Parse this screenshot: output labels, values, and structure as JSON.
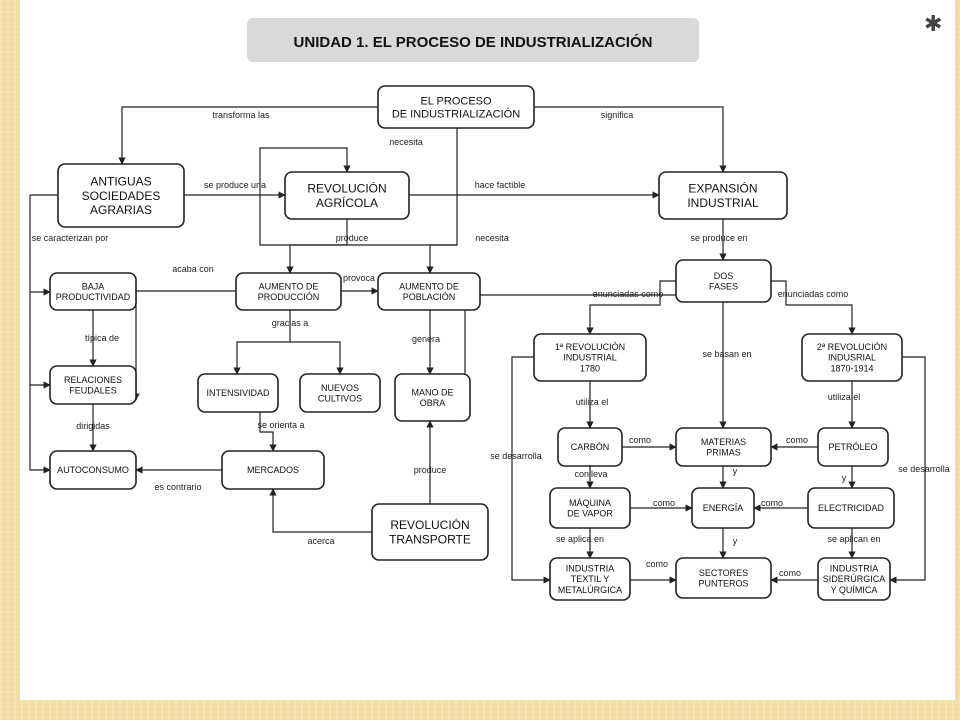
{
  "decoration": {
    "star_glyph": "✱"
  },
  "title": "UNIDAD 1. EL PROCESO DE INDUSTRIALIZACIÓN",
  "nodes": {
    "proceso": [
      "EL PROCESO",
      "DE INDUSTRIALIZACIÓN"
    ],
    "antiguas": [
      "ANTIGUAS",
      "SOCIEDADES",
      "AGRARIAS"
    ],
    "rev_agricola": [
      "REVOLUCIÓN",
      "AGRÍCOLA"
    ],
    "expansion": [
      "EXPANSIÓN",
      "INDUSTRIAL"
    ],
    "baja": [
      "BAJA",
      "PRODUCTIVIDAD"
    ],
    "aum_produccion": [
      "AUMENTO DE",
      "PRODUCCIÓN"
    ],
    "aum_poblacion": [
      "AUMENTO DE",
      "POBLACIÓN"
    ],
    "dos_fases": [
      "DOS",
      "FASES"
    ],
    "relaciones": [
      "RELACIONES",
      "FEUDALES"
    ],
    "intensividad": [
      "INTENSIVIDAD"
    ],
    "nuevos_cultivos": [
      "NUEVOS",
      "CULTIVOS"
    ],
    "mano_obra": [
      "MANO DE",
      "OBRA"
    ],
    "rev1": [
      "1ª REVOLUCIÓN",
      "INDUSTRIAL",
      "1780"
    ],
    "rev2": [
      "2ª REVOLUCIÓN",
      "INDUSRIAL",
      "1870-1914"
    ],
    "autoconsumo": [
      "AUTOCONSUMO"
    ],
    "mercados": [
      "MERCADOS"
    ],
    "carbon": [
      "CARBÓN"
    ],
    "materias": [
      "MATERIAS",
      "PRIMAS"
    ],
    "petroleo": [
      "PETRÓLEO"
    ],
    "maquina": [
      "MÁQUINA",
      "DE VAPOR"
    ],
    "energia": [
      "ENERGÍA"
    ],
    "electricidad": [
      "ELECTRICIDAD"
    ],
    "rev_transporte": [
      "REVOLUCIÓN",
      "TRANSPORTE"
    ],
    "ind_textil": [
      "INDUSTRIA",
      "TEXTIL Y",
      "METALÚRGICA"
    ],
    "sectores": [
      "SECTORES",
      "PUNTEROS"
    ],
    "ind_siderurgica": [
      "INDUSTRIA",
      "SIDERÚRGICA",
      "Y QUÍMICA"
    ]
  },
  "links": {
    "transforma_las": "transforma las",
    "significa": "significa",
    "necesita": "necesita",
    "se_produce_una": "se produce una",
    "hace_factible": "hace factible",
    "se_caracterizan_por": "se caracterizan por",
    "produce": "produce",
    "necesita_2": "necesita",
    "se_produce_en": "se produce en",
    "acaba_con": "acaba con",
    "provoca": "provoca",
    "enunciadas_como": "enunciadas como",
    "enunciadas_como_2": "enunciadas como",
    "tipica_de": "típica de",
    "gracias_a": "gracias a",
    "genera": "genera",
    "se_basan_en": "se basan en",
    "utiliza_el": "utiliza el",
    "utiliza_el_2": "utiliza el",
    "dirigidas": "dirigidas",
    "se_orienta_a": "se orienta a",
    "se_desarrolla": "se desarrolla",
    "se_desarrolla_2": "se desarrolla",
    "como_1": "como",
    "como_2": "como",
    "y_1": "y",
    "y_2": "y",
    "es_contrario": "es contrario",
    "produce_2": "produce",
    "conlleva": "conlleva",
    "como_3": "como",
    "como_4": "como",
    "se_aplica_en": "se aplica en",
    "se_aplican_en": "se aplican en",
    "y_3": "y",
    "acerca": "acerca",
    "como_5": "como",
    "como_6": "como"
  }
}
